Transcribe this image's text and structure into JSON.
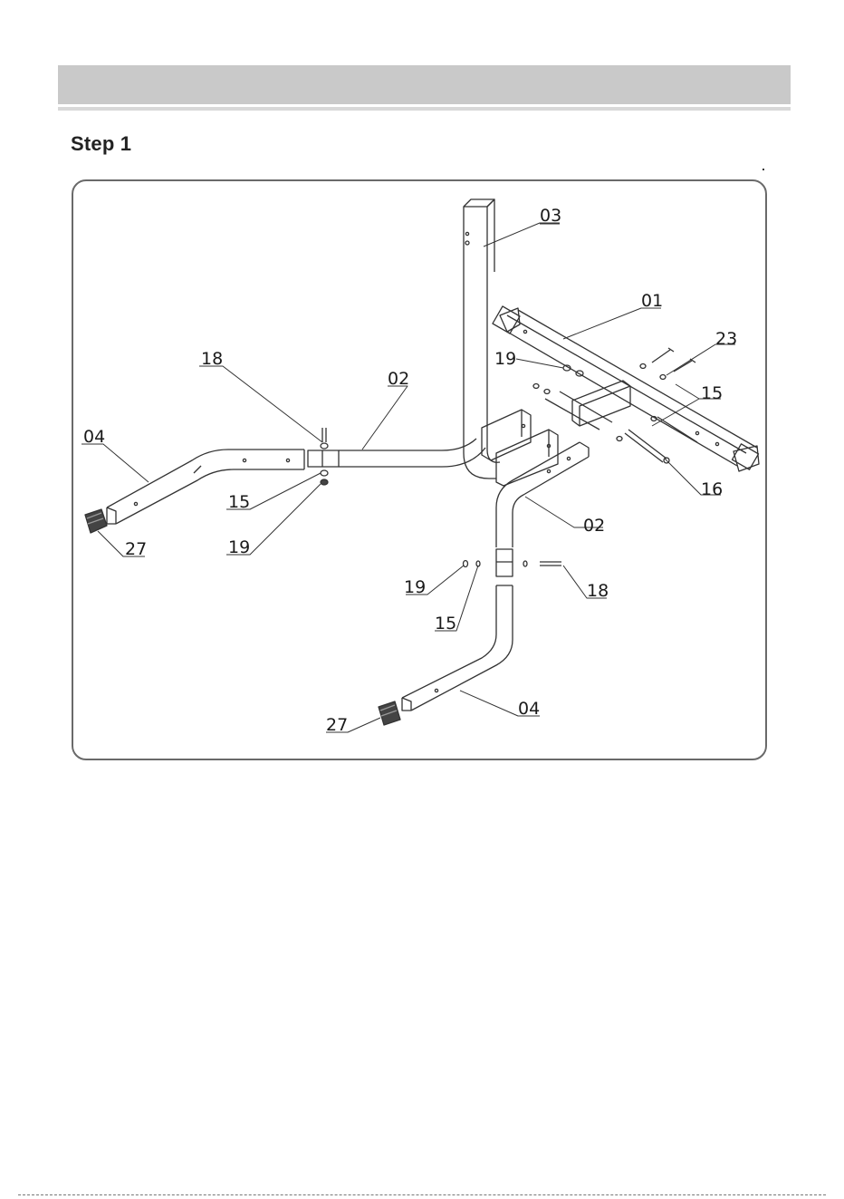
{
  "page": {
    "step_title": "Step 1"
  },
  "diagram": {
    "part_labels": {
      "p03": "03",
      "p01": "01",
      "p23": "23",
      "p19a": "19",
      "p15a": "15",
      "p18a": "18",
      "p02a": "02",
      "p04a": "04",
      "p15b": "15",
      "p16": "16",
      "p02b": "02",
      "p27a": "27",
      "p19b": "19",
      "p19c": "19",
      "p18b": "18",
      "p15c": "15",
      "p04b": "04",
      "p27b": "27"
    }
  }
}
